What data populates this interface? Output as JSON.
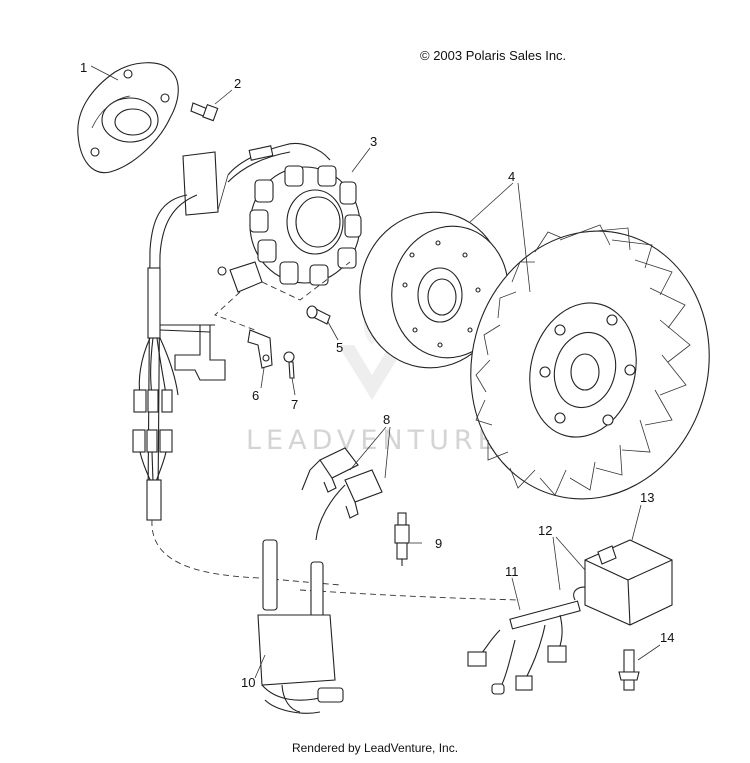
{
  "copyright": "© 2003 Polaris Sales Inc.",
  "footer": "Rendered by LeadVenture, Inc.",
  "watermark": "LEADVENTURE",
  "callouts": [
    "1",
    "2",
    "3",
    "4",
    "5",
    "6",
    "7",
    "8",
    "9",
    "10",
    "11",
    "12",
    "13",
    "14"
  ]
}
